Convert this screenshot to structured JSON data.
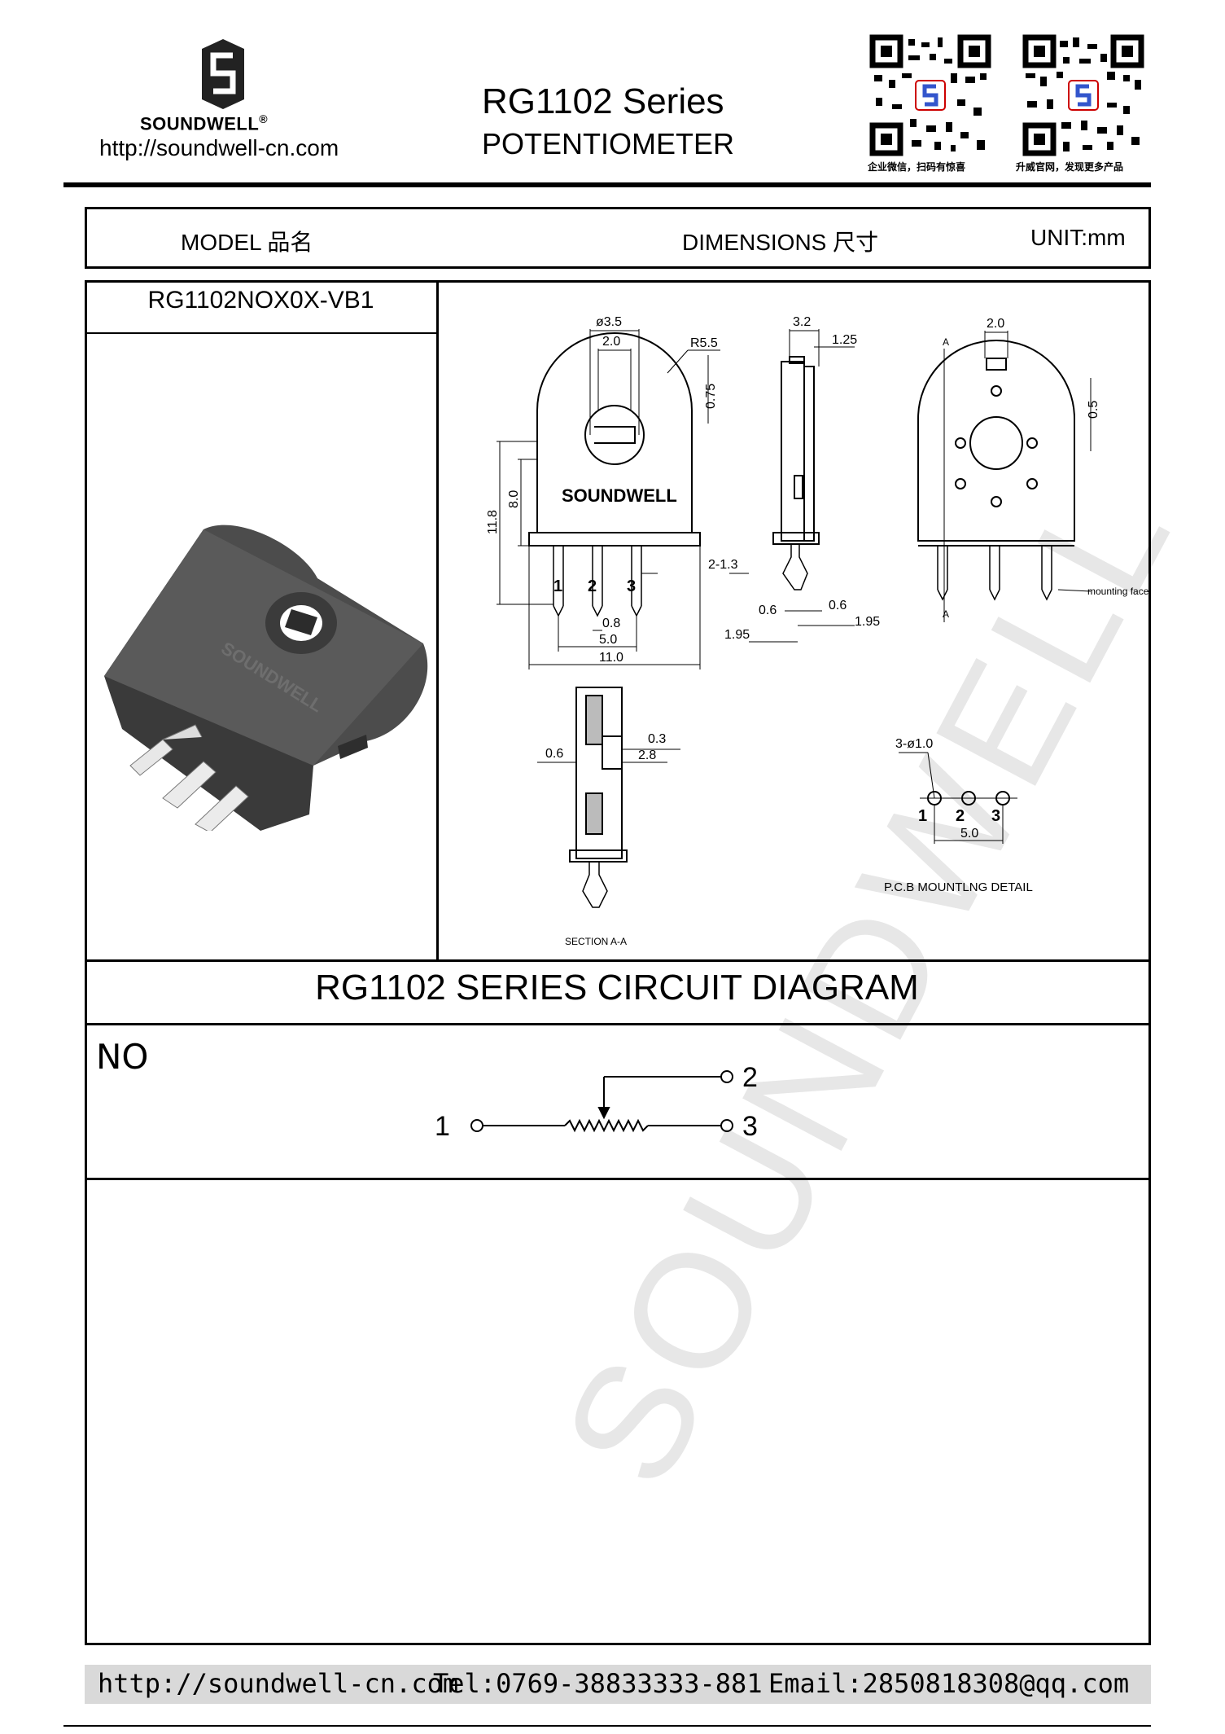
{
  "header": {
    "brand": "SOUNDWELL",
    "registered": "®",
    "url": "http://soundwell-cn.com",
    "title": "RG1102 Series",
    "subtitle": "POTENTIOMETER",
    "qr_caption_1": "企业微信，扫码有惊喜",
    "qr_caption_2": "升威官网，发现更多产品"
  },
  "table_header": {
    "model_label": "MODEL 品名",
    "dimensions_label": "DIMENSIONS 尺寸",
    "unit_label": "UNIT:mm"
  },
  "model": {
    "name": "RG1102NOX0X-VB1",
    "product_marking": "SOUNDWELL"
  },
  "drawing": {
    "front_marking": "SOUNDWELL",
    "dims": {
      "d35": "ø3.5",
      "d20a": "2.0",
      "r55": "R5.5",
      "d075": "0.75",
      "d118": "11.8",
      "d80": "8.0",
      "d213": "2-1.3",
      "d08": "0.8",
      "d50": "5.0",
      "d110": "11.0",
      "d32": "3.2",
      "d125": "1.25",
      "d06a": "0.6",
      "d06b": "0.6",
      "d195a": "1.95",
      "d195b": "1.95",
      "d20b": "2.0",
      "d05": "0.5",
      "mount": "mounting face",
      "d03": "0.3",
      "d28": "2.8",
      "d06c": "0.6",
      "section": "SECTION A-A",
      "d10": "3-ø1.0",
      "d50b": "5.0",
      "pcb": "P.C.B MOUNTLNG DETAIL",
      "p1": "1",
      "p2": "2",
      "p3": "3",
      "a": "A"
    }
  },
  "circuit": {
    "title": "RG1102 SERIES CIRCUIT DIAGRAM",
    "type_label": "NO",
    "pin1": "1",
    "pin2": "2",
    "pin3": "3"
  },
  "watermark": "SOUNDWELL",
  "footer": {
    "url": "http://soundwell-cn.com",
    "tel": "Tel:0769-38833333-881",
    "email": "Email:2850818308@qq.com"
  }
}
